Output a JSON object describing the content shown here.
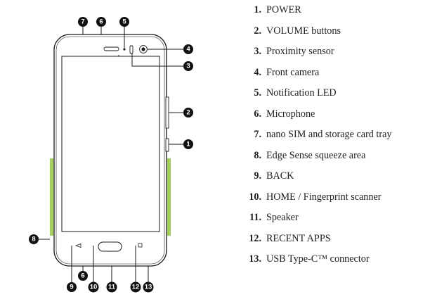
{
  "colors": {
    "accent_green": "#a4cf5b",
    "outline": "#1a1a1a",
    "callout_fill": "#111111"
  },
  "callouts": {
    "n1": "1",
    "n2": "2",
    "n3": "3",
    "n4": "4",
    "n5": "5",
    "n6_top": "6",
    "n6_bottom": "6",
    "n7": "7",
    "n8": "8",
    "n9": "9",
    "n10": "10",
    "n11": "11",
    "n12": "12",
    "n13": "13"
  },
  "legend": [
    {
      "number": "1.",
      "label": "POWER"
    },
    {
      "number": "2.",
      "label": "VOLUME buttons"
    },
    {
      "number": "3.",
      "label": "Proximity sensor"
    },
    {
      "number": "4.",
      "label": "Front camera"
    },
    {
      "number": "5.",
      "label": "Notification LED"
    },
    {
      "number": "6.",
      "label": "Microphone"
    },
    {
      "number": "7.",
      "label": "nano SIM and storage card tray"
    },
    {
      "number": "8.",
      "label": "Edge Sense squeeze area"
    },
    {
      "number": "9.",
      "label": "BACK"
    },
    {
      "number": "10.",
      "label": "HOME / Fingerprint scanner"
    },
    {
      "number": "11.",
      "label": "Speaker"
    },
    {
      "number": "12.",
      "label": "RECENT APPS"
    },
    {
      "number": "13.",
      "label": "USB Type-C™ connector"
    }
  ]
}
